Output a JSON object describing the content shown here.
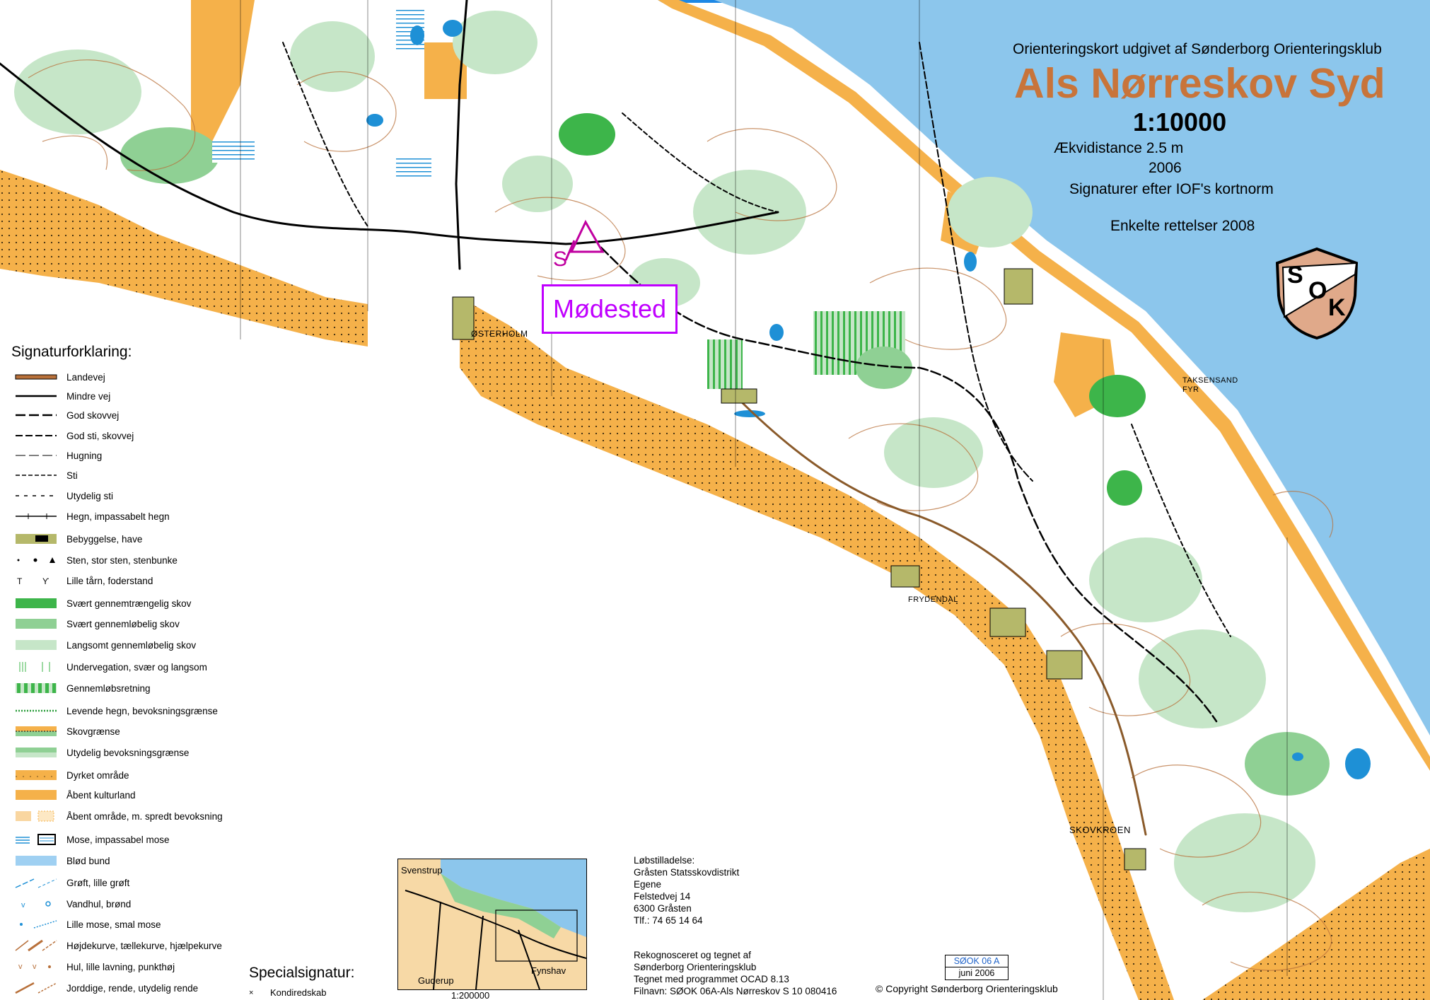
{
  "header": {
    "subtitle": "Orienteringskort udgivet af Sønderborg Orienteringsklub",
    "title": "Als Nørreskov Syd",
    "scale": "1:10000",
    "contour": "Ækvidistance 2.5 m",
    "year": "2006",
    "norm": "Signaturer efter IOF's kortnorm",
    "revision": "Enkelte rettelser 2008"
  },
  "logo": {
    "letters": [
      "S",
      "O",
      "K"
    ]
  },
  "map_labels": {
    "meeting_point": "Mødested",
    "start": "S",
    "osterholm": "ØSTERHOLM",
    "taksensand_1": "TAKSENSAND",
    "taksensand_2": "FYR",
    "frydendal": "FRYDENDAL",
    "skovkroen": "SKOVKROEN"
  },
  "legend": {
    "title": "Signaturforklaring:",
    "items": [
      "Landevej",
      "Mindre vej",
      "God skovvej",
      "God sti, skovvej",
      "Hugning",
      "Sti",
      "Utydelig sti",
      "Hegn, impassabelt hegn",
      "Bebyggelse, have",
      "Sten, stor sten, stenbunke",
      "Lille tårn, foderstand",
      "Svært gennemtrængelig skov",
      "Svært gennemløbelig skov",
      "Langsomt gennemløbelig skov",
      "Undervegation, svær og langsom",
      "Gennemløbsretning",
      "Levende hegn, bevoksningsgrænse",
      "Skovgrænse",
      "Utydelig bevoksningsgrænse",
      "Dyrket område",
      "Åbent kulturland",
      "Åbent område, m. spredt bevoksning",
      "Mose, impassabel mose",
      "Blød bund",
      "Grøft, lille grøft",
      "Vandhul, brønd",
      "Lille mose, smal mose",
      "Højdekurve, tællekurve, hjælpekurve",
      "Hul, lille lavning, punkthøj",
      "Jorddige, rende, utydelig rende"
    ]
  },
  "special": {
    "title": "Specialsignatur:",
    "item": "Kondiredskab",
    "icon": "×"
  },
  "inset": {
    "town_nw": "Svenstrup",
    "town_sw": "Guderup",
    "town_se": "Fynshav",
    "scale": "1:200000"
  },
  "permit": {
    "lines": [
      "Løbstilladelse:",
      "Gråsten Statsskovdistrikt",
      "Egene",
      "Felstedvej 14",
      "6300 Gråsten",
      "Tlf.: 74 65 14 64"
    ]
  },
  "survey": {
    "lines": [
      "Rekognosceret og tegnet af",
      "Sønderborg Orienteringsklub",
      "Tegnet med programmet OCAD 8.13",
      "Filnavn: SØOK 06A-Als Nørreskov S 10 080416"
    ]
  },
  "ref": {
    "code": "SØOK 06 A",
    "date": "juni 2006"
  },
  "copyright": "© Copyright Sønderborg Orienteringsklub",
  "colors": {
    "water": "#8cc6ec",
    "open": "#f5b14a",
    "forest_white": "#ffffff",
    "green_light": "#c6e6c8",
    "green_mid": "#8fd094",
    "green_dark": "#3db54a",
    "contour": "#b8703a",
    "magenta": "#c000ff",
    "title": "#c8743a"
  }
}
